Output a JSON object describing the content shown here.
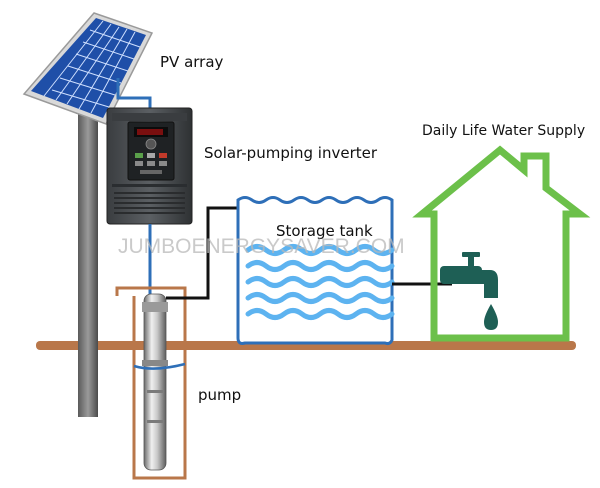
{
  "labels": {
    "pv_array": "PV array",
    "inverter": "Solar-pumping inverter",
    "storage_tank": "Storage tank",
    "water_supply": "Daily Life Water Supply",
    "pump": "pump"
  },
  "watermark": "JUMBOENERGYSAVER.COM",
  "colors": {
    "ground": "#b9774a",
    "pipe_blue": "#2e6fb8",
    "house_green": "#6cc04a",
    "faucet": "#1e5f55",
    "water": "#3b9be0",
    "panel_blue": "#1f4fa8"
  }
}
